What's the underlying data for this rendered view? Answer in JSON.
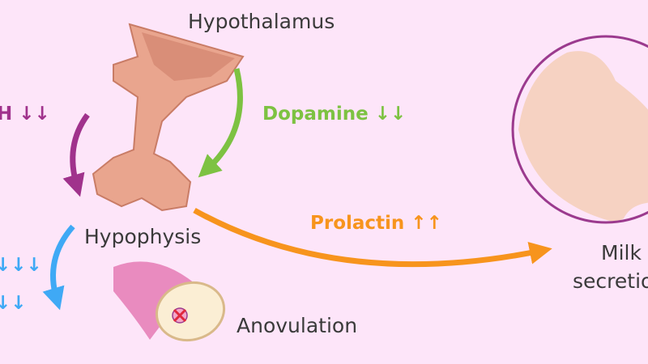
{
  "labels": {
    "hypothalamus": "Hypothalamus",
    "dopamine": "Dopamine ↓↓",
    "gnrh": "H ↓↓",
    "hypophysis": "Hypophysis",
    "prolactin": "Prolactin ↑↑",
    "milk_line1": "Milk",
    "milk_line2": "secretion",
    "anovulation": "Anovulation",
    "blue_row1": "↓↓↓",
    "blue_row2": "↓↓"
  },
  "colors": {
    "background": "#fde5f9",
    "dopamine": "#7dc242",
    "gnrh": "#a0328c",
    "prolactin": "#f7941d",
    "blue": "#3fa9f5",
    "circle": "#9b3a8e",
    "skin": "#f6d2c2"
  }
}
